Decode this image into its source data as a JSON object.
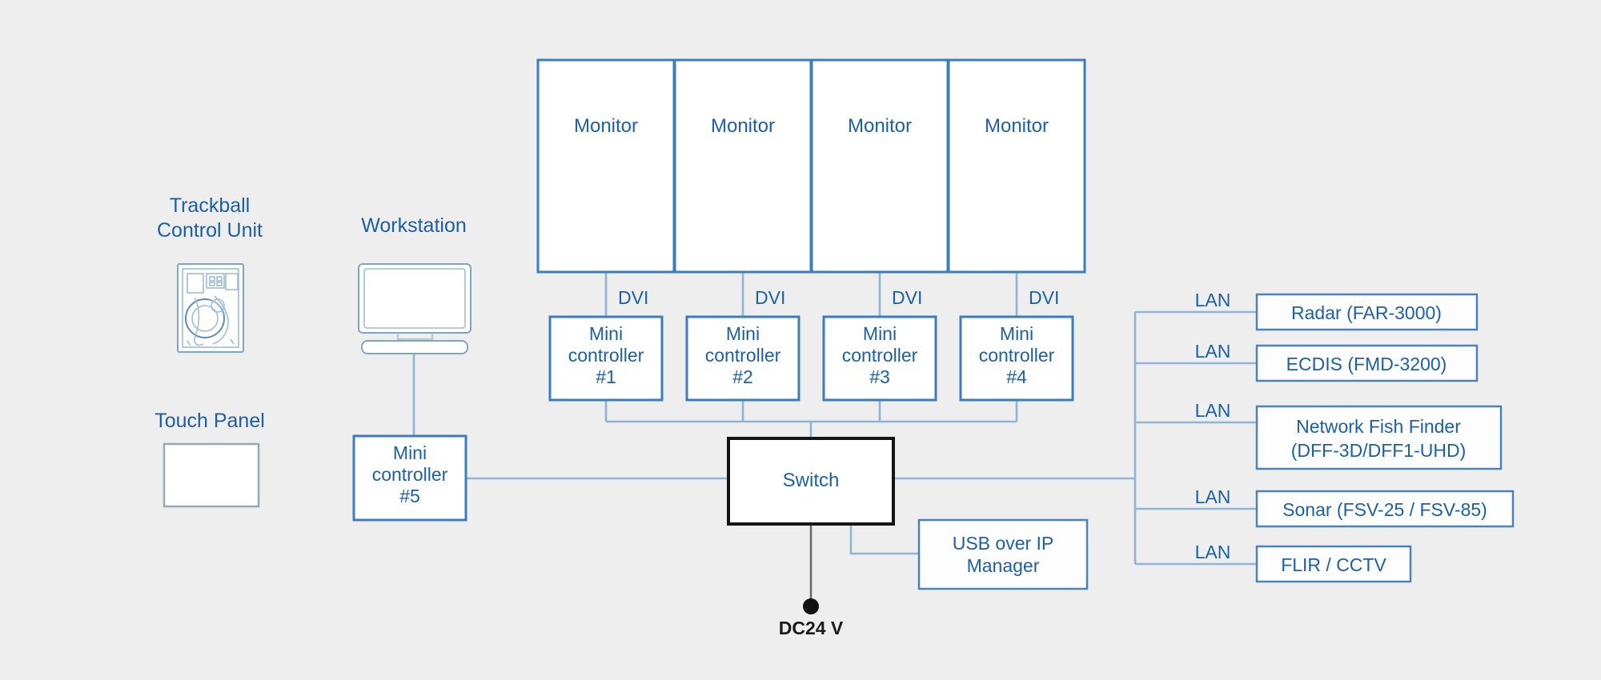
{
  "diagram": {
    "title": "Multi-display workstation network diagram",
    "background_color": "#eeeeee",
    "accent_color": "#1b60a8",
    "line_color": "#8fb4d6"
  },
  "labels": {
    "trackball": "Trackball\nControl Unit",
    "trackball_line1": "Trackball",
    "trackball_line2": "Control Unit",
    "touch_panel": "Touch Panel",
    "workstation": "Workstation"
  },
  "monitors": [
    {
      "label": "Monitor"
    },
    {
      "label": "Monitor"
    },
    {
      "label": "Monitor"
    },
    {
      "label": "Monitor"
    }
  ],
  "dvi_links": [
    {
      "label": "DVI"
    },
    {
      "label": "DVI"
    },
    {
      "label": "DVI"
    },
    {
      "label": "DVI"
    }
  ],
  "mini_controllers": [
    {
      "line1": "Mini",
      "line2": "controller",
      "line3": "#1"
    },
    {
      "line1": "Mini",
      "line2": "controller",
      "line3": "#2"
    },
    {
      "line1": "Mini",
      "line2": "controller",
      "line3": "#3"
    },
    {
      "line1": "Mini",
      "line2": "controller",
      "line3": "#4"
    },
    {
      "line1": "Mini",
      "line2": "controller",
      "line3": "#5"
    }
  ],
  "switch": {
    "label": "Switch",
    "border_color": "#141414"
  },
  "power": {
    "label": "DC24 V",
    "color": "#1a1a1a"
  },
  "usb_manager": {
    "line1": "USB over IP",
    "line2": "Manager"
  },
  "lan_devices": [
    {
      "link": "LAN",
      "line1": "Radar (FAR-3000)",
      "line2": ""
    },
    {
      "link": "LAN",
      "line1": "ECDIS (FMD-3200)",
      "line2": ""
    },
    {
      "link": "LAN",
      "line1": "Network Fish Finder",
      "line2": "(DFF-3D/DFF1-UHD)"
    },
    {
      "link": "LAN",
      "line1": "Sonar (FSV-25 / FSV-85)",
      "line2": ""
    },
    {
      "link": "LAN",
      "line1": "FLIR / CCTV",
      "line2": ""
    }
  ]
}
